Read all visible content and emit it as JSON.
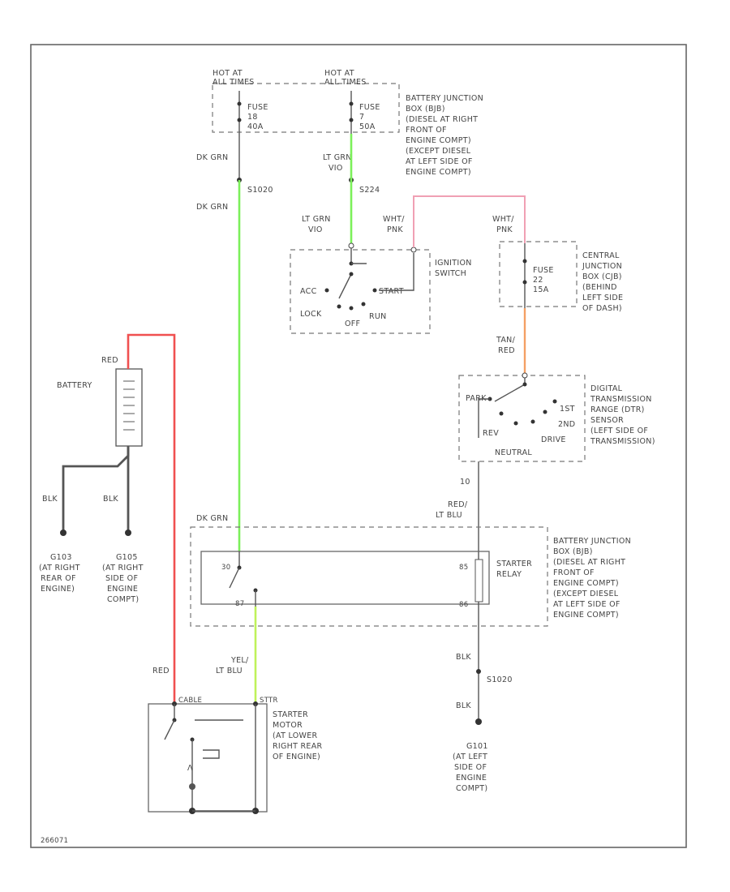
{
  "colors": {
    "green": "#7cf05a",
    "light_green": "#bff25a",
    "red": "#f05050",
    "pink": "#f0a0b4",
    "orange": "#f4a064",
    "wire": "#555555",
    "frame": "#666666"
  },
  "fuse_box_top": {
    "hot1": [
      "HOT AT",
      "ALL TIMES"
    ],
    "hot2": [
      "HOT AT",
      "ALL TIMES"
    ],
    "fuse1": [
      "FUSE",
      "18",
      "40A"
    ],
    "fuse2": [
      "FUSE",
      "7",
      "50A"
    ],
    "desc": [
      "BATTERY JUNCTION",
      "BOX (BJB)",
      "(DIESEL AT RIGHT",
      "FRONT OF",
      "ENGINE COMPT)",
      "(EXCEPT DIESEL",
      "AT LEFT SIDE OF",
      "ENGINE COMPT)"
    ]
  },
  "wires": {
    "dk_grn_1": "DK GRN",
    "s1": "S1020",
    "dk_grn_2": "DK GRN",
    "lt_grn_1": [
      "LT GRN",
      "VIO"
    ],
    "s2": "S224",
    "lt_grn_2": [
      "LT GRN",
      "VIO"
    ],
    "wht_pnk_1": [
      "WHT/",
      "PNK"
    ],
    "wht_pnk_2": [
      "WHT/",
      "PNK"
    ],
    "red_batt": "RED",
    "blk_1": "BLK",
    "blk_2": "BLK",
    "tan_red": [
      "TAN/",
      "RED"
    ],
    "pin_10": "10",
    "red_lt_blu": [
      "RED/",
      "LT BLU"
    ],
    "dk_grn_3": "DK GRN",
    "yel_lt_blu": [
      "YEL/",
      "LT BLU"
    ],
    "red_starter": "RED",
    "blk_3": "BLK",
    "s3": "S1020",
    "blk_4": "BLK"
  },
  "ignition_switch": {
    "label": [
      "IGNITION",
      "SWITCH"
    ],
    "acc": "ACC",
    "start": "START",
    "lock": "LOCK",
    "run": "RUN",
    "off": "OFF"
  },
  "central_junction": {
    "fuse": [
      "FUSE",
      "22",
      "15A"
    ],
    "desc": [
      "CENTRAL",
      "JUNCTION",
      "BOX (CJB)",
      "(BEHIND",
      "LEFT SIDE",
      "OF DASH)"
    ]
  },
  "battery": {
    "label": "BATTERY"
  },
  "grounds": {
    "g1": [
      "G103",
      "(AT RIGHT",
      "REAR OF",
      "ENGINE)"
    ],
    "g2": [
      "G105",
      "(AT RIGHT",
      "SIDE OF",
      "ENGINE",
      "COMPT)"
    ],
    "g3": [
      "G101",
      "(AT LEFT",
      "SIDE OF",
      "ENGINE",
      "COMPT)"
    ]
  },
  "dtr_sensor": {
    "park": "PARK",
    "rev": "REV",
    "first": "1ST",
    "second": "2ND",
    "drive": "DRIVE",
    "neutral": "NEUTRAL",
    "desc": [
      "DIGITAL",
      "TRANSMISSION",
      "RANGE (DTR)",
      "SENSOR",
      "(LEFT SIDE OF",
      "TRANSMISSION)"
    ]
  },
  "starter_relay": {
    "label": [
      "STARTER",
      "RELAY"
    ],
    "pins": [
      "30",
      "87",
      "85",
      "86"
    ],
    "box_desc": [
      "BATTERY JUNCTION",
      "BOX (BJB)",
      "(DIESEL AT RIGHT",
      "FRONT OF",
      "ENGINE COMPT)",
      "(EXCEPT DIESEL",
      "AT LEFT SIDE OF",
      "ENGINE COMPT)"
    ]
  },
  "starter_motor": {
    "pin_left": "CABLE",
    "pin_right": "STTR",
    "desc": [
      "STARTER",
      "MOTOR",
      "(AT LOWER",
      "RIGHT REAR",
      "OF ENGINE)"
    ]
  },
  "footer_code": "266071"
}
